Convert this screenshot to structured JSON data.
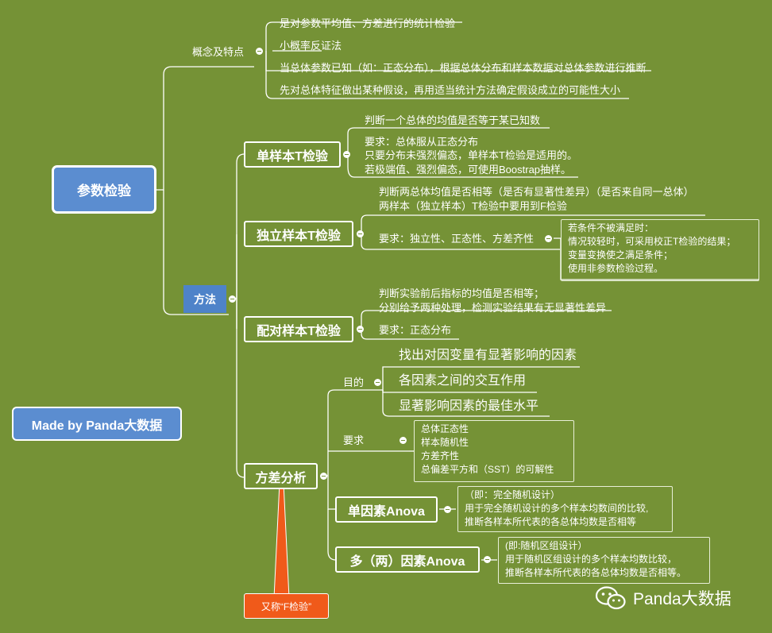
{
  "root": {
    "label": "参数检验"
  },
  "badge": {
    "label": "Made by Panda大数据"
  },
  "concept": {
    "label": "概念及特点",
    "items": [
      "是对参数平均值、方差进行的统计检验",
      "小概率反证法",
      "当总体参数已知（如：正态分布），根据总体分布和样本数据对总体参数进行推断",
      "先对总体特征做出某种假设，再用适当统计方法确定假设成立的可能性大小"
    ]
  },
  "method": {
    "label": "方法"
  },
  "one_sample": {
    "label": "单样本T检验",
    "desc": "判断一个总体的均值是否等于某已知数",
    "req": [
      "要求：总体服从正态分布",
      "只要分布未强烈偏态，单样本T检验是适用的。",
      "若极端值、强烈偏态，可使用Boostrap抽样。"
    ]
  },
  "independent": {
    "label": "独立样本T检验",
    "desc": [
      "判断两总体均值是否相等（是否有显著性差异）（是否来自同一总体）",
      "两样本（独立样本）T检验中要用到F检验"
    ],
    "req": "要求：独立性、正态性、方差齐性",
    "fallback": [
      "若条件不被满足时：",
      "情况较轻时，可采用校正T检验的结果；",
      "变量变换使之满足条件；",
      "使用非参数检验过程。"
    ]
  },
  "paired": {
    "label": "配对样本T检验",
    "desc": [
      "判断实验前后指标的均值是否相等；",
      "分别给予两种处理，检测实验结果有无显著性差异"
    ],
    "req": "要求：正态分布"
  },
  "anova": {
    "label": "方差分析",
    "purpose_label": "目的",
    "purposes": [
      "找出对因变量有显著影响的因素",
      "各因素之间的交互作用",
      "显著影响因素的最佳水平"
    ],
    "req_label": "要求",
    "reqs": [
      "总体正态性",
      "样本随机性",
      "方差齐性",
      "总偏差平方和（SST）的可解性"
    ],
    "one_way": {
      "label": "单因素Anova",
      "notes": [
        "（即：完全随机设计）",
        "用于完全随机设计的多个样本均数间的比较,",
        "推断各样本所代表的各总体均数是否相等"
      ]
    },
    "multi_way": {
      "label": "多（两）因素Anova",
      "notes": [
        "(即:随机区组设计）",
        "用于随机区组设计的多个样本均数比较，",
        "推断各样本所代表的各总体均数是否相等。"
      ]
    },
    "callout": "又称“F检验”"
  },
  "watermark": {
    "text": "Panda大数据",
    "icon": "wechat-icon"
  },
  "colors": {
    "background": "#759236",
    "root_fill": "#5b8dd0",
    "tag_fill": "#4e83c9",
    "callout_fill": "#f05a1a"
  }
}
